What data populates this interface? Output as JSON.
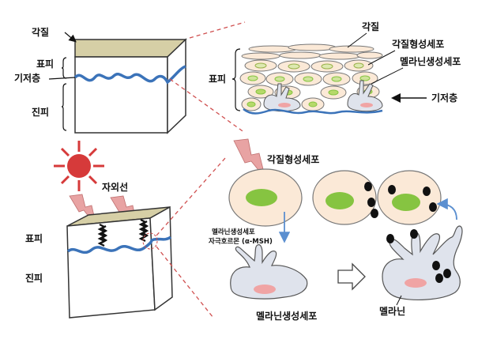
{
  "labels": {
    "skin_top": {
      "stratum_corneum": "각질",
      "epidermis": "표피",
      "basal_layer": "기저층",
      "dermis": "진피"
    },
    "zoom_top": {
      "stratum_corneum": "각질",
      "keratinocyte": "각질형성세포",
      "melanocyte": "멜라닌생성세포",
      "epidermis": "표피",
      "basal_layer": "기저층"
    },
    "sun": {
      "uv": "자외선"
    },
    "skin_bottom": {
      "epidermis": "표피",
      "dermis": "진피"
    },
    "zoom_bottom": {
      "keratinocyte": "각질형성세포",
      "msh_line1": "멜라닌생성세포",
      "msh_line2": "자극호르몬 (α-MSH)",
      "melanocyte": "멜라닌생성세포",
      "melanin": "멜라닌"
    }
  },
  "colors": {
    "cornified_top": "#d6cfa6",
    "dermis_blue": "#3b73b9",
    "cell_fill": "#fbe9d7",
    "nucleus_green": "#86c441",
    "melanocyte_fill": "#dfe3ec",
    "melanocyte_nucleus": "#f0a4a4",
    "sun": "#d63a3a",
    "bolt": "#e8a3a3",
    "melanin_dot": "#111111",
    "zoom_line": "#d05050",
    "arrow_blue": "#5b8fd0"
  }
}
